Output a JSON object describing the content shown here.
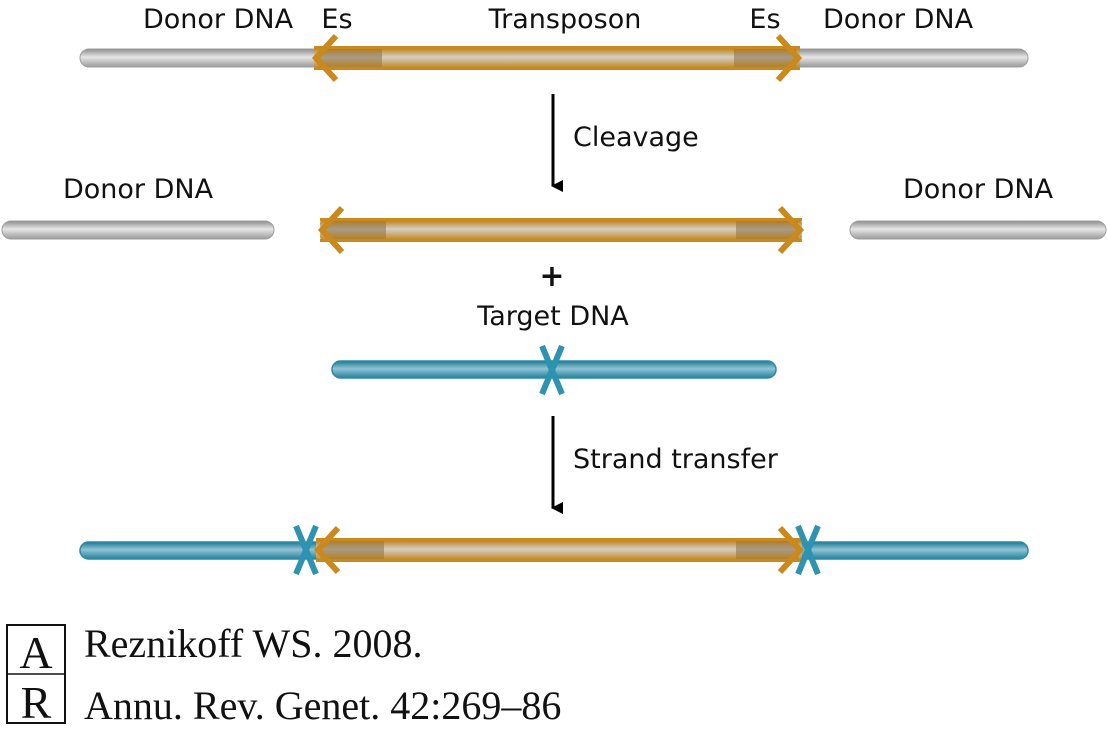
{
  "labels": {
    "donor_dna": "Donor DNA",
    "end_sequence": "Es",
    "transposon": "Transposon",
    "target_dna": "Target DNA",
    "plus": "+"
  },
  "steps": {
    "cleavage": "Cleavage",
    "strand_transfer": "Strand transfer"
  },
  "citation": {
    "line1": "Reznikoff WS. 2008.",
    "line2": "Annu. Rev. Genet. 42:269–86",
    "logo_letters": "AR"
  },
  "colors": {
    "donor_dna": "#b8b8b8",
    "transposon": "#c9891c",
    "target_dna": "#2e93b0",
    "arrow": "#000000"
  }
}
